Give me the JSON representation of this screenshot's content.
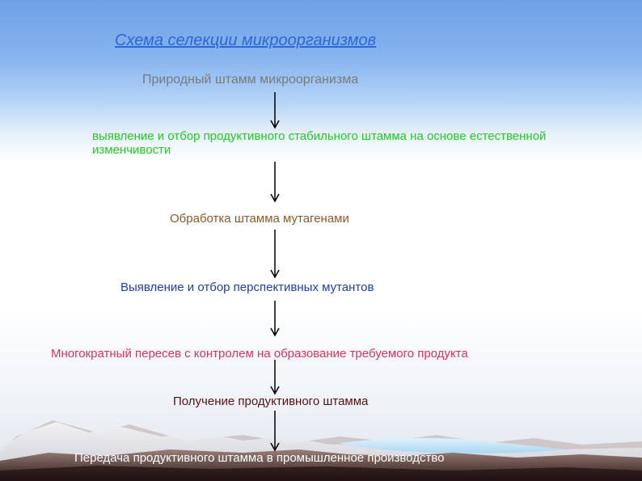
{
  "title": "Схема селекции микроорганизмов",
  "steps": {
    "s1": "Природный штамм микроорганизма",
    "s2": "выявление и отбор продуктивного стабильного штамма на основе естественной изменчивости",
    "s3": "Обработка штамма мутагенами",
    "s4": "Выявление и отбор перспективных мутантов",
    "s5": "Многократный пересев с контролем на образование требуемого продукта",
    "s6": "Получение продуктивного штамма",
    "s7": "Передача продуктивного штамма в промышленное производство"
  },
  "colors": {
    "title": "#2b67d8",
    "s1": "#7a7a7a",
    "s2": "#22cc22",
    "s3": "#8a5a2a",
    "s4": "#1f3fa8",
    "s5": "#e0305a",
    "s6": "#5a1010",
    "s7": "#ffffff",
    "arrow": "#000000"
  }
}
